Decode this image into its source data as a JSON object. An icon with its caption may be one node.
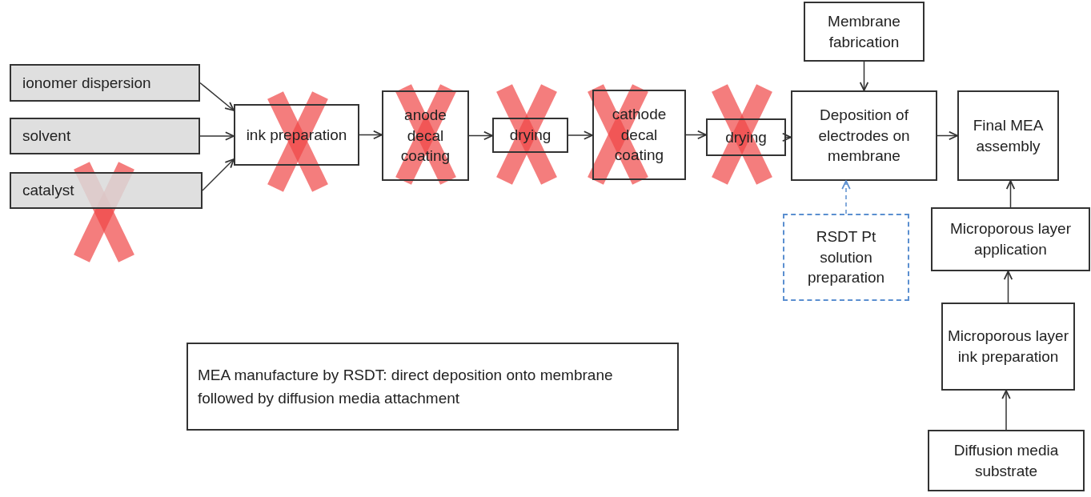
{
  "diagram": {
    "nodes": [
      {
        "text": [
          "ionomer dispersion"
        ]
      },
      {
        "text": [
          "solvent"
        ]
      },
      {
        "text": [
          "catalyst"
        ]
      },
      {
        "text": [
          "ink preparation"
        ]
      },
      {
        "text": [
          "anode decal coating"
        ]
      },
      {
        "text": [
          "drying"
        ]
      },
      {
        "text": [
          "cathode decal coating"
        ]
      },
      {
        "text": [
          "drying"
        ]
      },
      {
        "text": [
          "Membrane fabrication"
        ]
      },
      {
        "text": [
          "Deposition of electrodes on membrane"
        ]
      },
      {
        "text": [
          "Final MEA assembly"
        ]
      },
      {
        "text": [
          "RSDT Pt solution preparation"
        ]
      },
      {
        "text": [
          "Microporous layer application"
        ]
      },
      {
        "text": [
          "Microporous layer ink preparation"
        ]
      },
      {
        "text": [
          "Diffusion media substrate"
        ]
      },
      {
        "text": [
          "MEA manufacture by RSDT: direct deposition onto membrane",
          "followed by diffusion media attachment"
        ]
      }
    ],
    "edges": [
      {
        "from": 0,
        "to": 3,
        "arrow": "to"
      },
      {
        "from": 1,
        "to": 3,
        "arrow": "to"
      },
      {
        "from": 2,
        "to": 3,
        "arrow": "to"
      },
      {
        "from": 3,
        "to": 4,
        "arrow": "to"
      },
      {
        "from": 4,
        "to": 5,
        "arrow": "to"
      },
      {
        "from": 5,
        "to": 6,
        "arrow": "to"
      },
      {
        "from": 6,
        "to": 7,
        "arrow": "to"
      },
      {
        "from": 7,
        "to": 9,
        "arrow": "to"
      },
      {
        "from": 8,
        "to": 9,
        "arrow": "to"
      },
      {
        "from": 11,
        "to": 9,
        "arrow": "to",
        "style": "dashed",
        "color": "#5b8fd0"
      },
      {
        "from": 9,
        "to": 10,
        "arrow": "to"
      },
      {
        "from": 12,
        "to": 10,
        "arrow": "to"
      },
      {
        "from": 13,
        "to": 12,
        "arrow": "to"
      },
      {
        "from": 14,
        "to": 13,
        "arrow": "to"
      }
    ]
  }
}
